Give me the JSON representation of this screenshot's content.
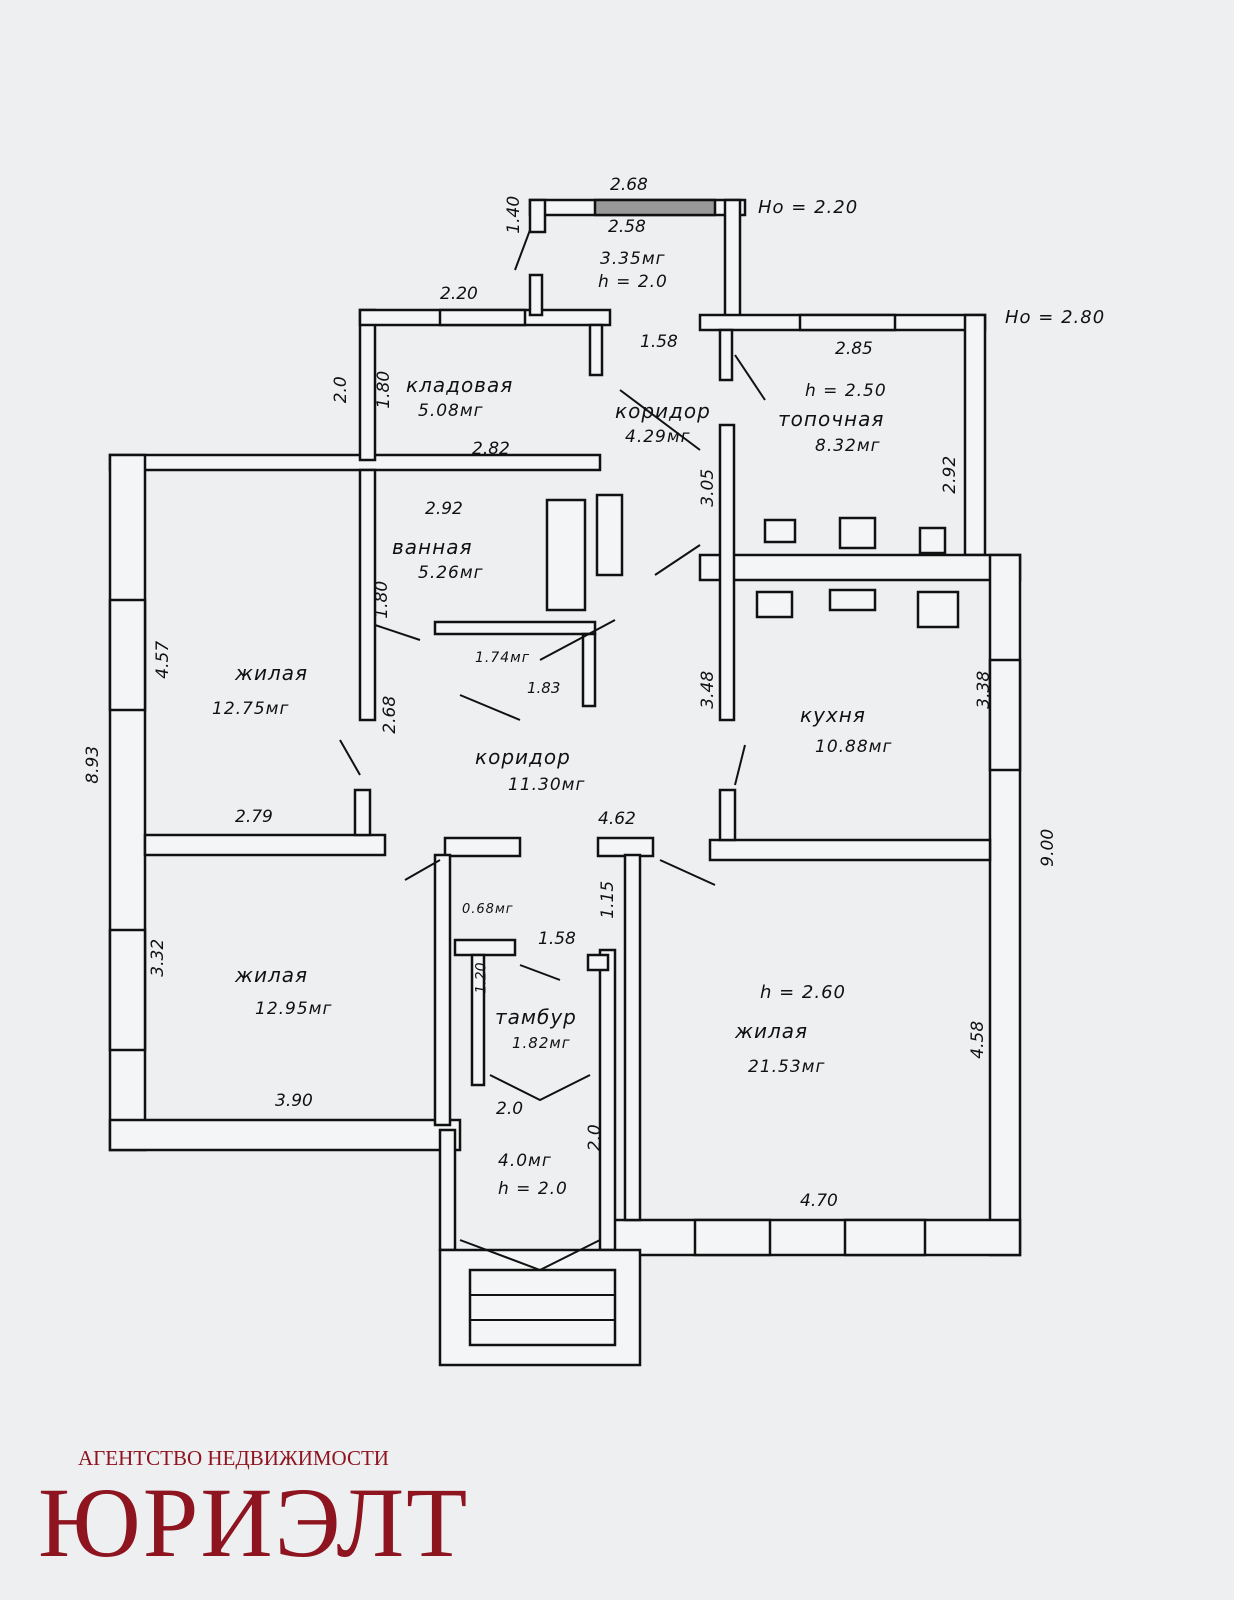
{
  "rooms": {
    "vestibule_top": {
      "area": "3.35мг",
      "height": "h = 2.0"
    },
    "storage": {
      "name": "кладовая",
      "area": "5.08мг"
    },
    "corridor_top": {
      "name": "коридор",
      "area": "4.29мг"
    },
    "boiler": {
      "name": "топочная",
      "area": "8.32мг",
      "height": "h = 2.50"
    },
    "bathroom": {
      "name": "ванная",
      "area": "5.26мг"
    },
    "wc": {
      "area": "1.74мг"
    },
    "living1": {
      "name": "жилая",
      "area": "12.75мг"
    },
    "corridor": {
      "name": "коридор",
      "area": "11.30мг"
    },
    "kitchen": {
      "name": "кухня",
      "area": "10.88мг"
    },
    "closet": {
      "area": "0.68мг"
    },
    "living2": {
      "name": "жилая",
      "area": "12.95мг"
    },
    "tambour": {
      "name": "тамбур",
      "area": "1.82мг"
    },
    "entrance": {
      "area": "4.0мг",
      "height": "h = 2.0"
    },
    "living3": {
      "name": "жилая",
      "area": "21.53мг",
      "height": "h = 2.60"
    }
  },
  "heights": {
    "top": "Hо = 2.20",
    "right": "Hо = 2.80"
  },
  "dims": {
    "d268": "2.68",
    "d258": "2.58",
    "d140": "1.40",
    "d220": "2.20",
    "d158a": "1.58",
    "d285": "2.85",
    "d20a": "2.0",
    "d180a": "1.80",
    "d282": "2.82",
    "d305": "3.05",
    "d292a": "2.92",
    "d292b": "2.92",
    "d180b": "1.80",
    "d457": "4.57",
    "d183": "1.83",
    "d268b": "2.68",
    "d348": "3.48",
    "d338": "3.38",
    "d893": "8.93",
    "d279": "2.79",
    "d462": "4.62",
    "d900": "9.00",
    "d115": "1.15",
    "d158b": "1.58",
    "d332": "3.32",
    "d120": "1.20",
    "d458": "4.58",
    "d390": "3.90",
    "d20b": "2.0",
    "d20c": "2.0",
    "d470": "4.70"
  },
  "logo": {
    "subtitle": "АГЕНТСТВО НЕДВИЖИМОСТИ",
    "name": "ЮРИЭЛТ"
  },
  "colors": {
    "brand": "#8e1420",
    "ink": "#111111"
  }
}
